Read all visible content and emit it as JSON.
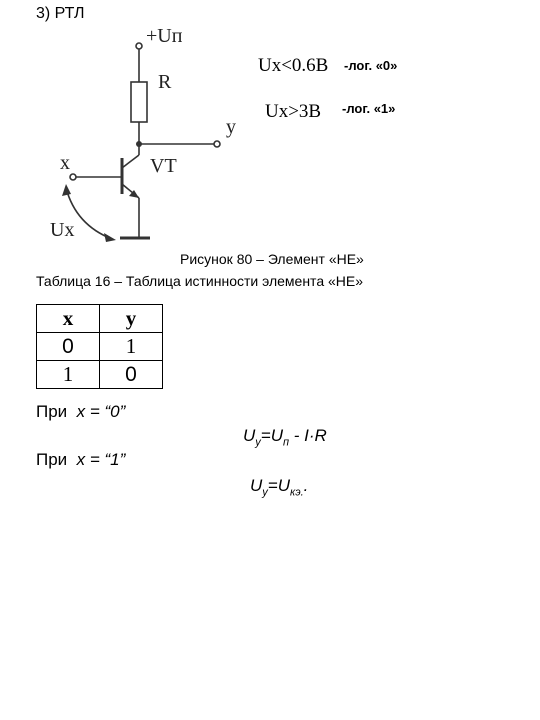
{
  "heading": "3) РТЛ",
  "circuit": {
    "supply_label": "+Uп",
    "resistor_label": "R",
    "output_label": "y",
    "input_label": "x",
    "transistor_label": "VT",
    "input_voltage_label": "Ux"
  },
  "conditions": [
    {
      "expr": "Ux<0.6B",
      "label": "-лог. «0»"
    },
    {
      "expr": "Ux>3B",
      "label": "-лог. «1»"
    }
  ],
  "figure_caption": "Рисунок 80 – Элемент «НЕ»",
  "table_caption": "Таблица 16 – Таблица истинности элемента «НЕ»",
  "truth_table": {
    "headers": [
      "x",
      "y"
    ],
    "rows": [
      [
        "0",
        "1"
      ],
      [
        "1",
        "0"
      ]
    ]
  },
  "cases": [
    {
      "label_prefix": "При",
      "label_condition": "x = “0”",
      "formula": {
        "lhs": "U",
        "lhs_sub": "y",
        "eq": "=U",
        "eq_sub": "п",
        "rest": " - I·R"
      }
    },
    {
      "label_prefix": "При",
      "label_condition": "x = “1”",
      "formula": {
        "lhs": "U",
        "lhs_sub": "y",
        "eq": "=U",
        "eq_sub": "кэ.",
        "rest": "."
      }
    }
  ]
}
